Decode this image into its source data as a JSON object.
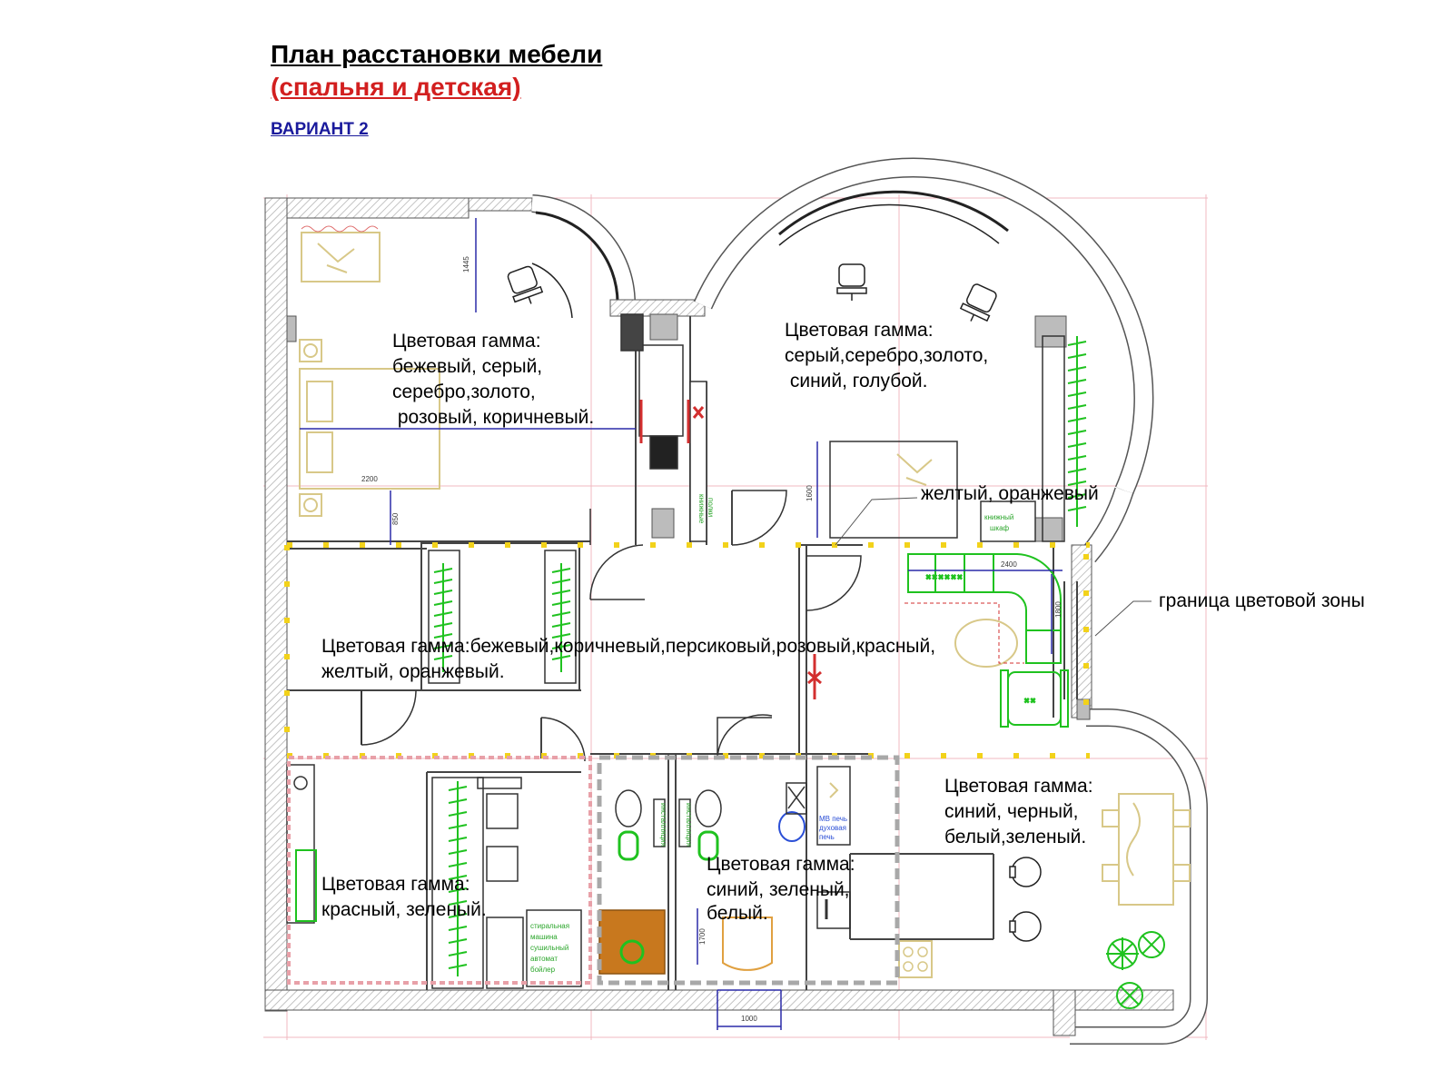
{
  "header": {
    "title": "План расстановки мебели",
    "subtitle": "(спальня и детская)",
    "variant": "ВАРИАНТ 2"
  },
  "zones": {
    "bedroom1": [
      "Цветовая гамма:",
      "бежевый, серый,",
      "серебро,золото,",
      " розовый, коричневый."
    ],
    "bedroom2": [
      "Цветовая гамма:",
      "серый,серебро,золото,",
      " синий, голубой."
    ],
    "bedroom2_extra": "желтый, оранжевый",
    "hall": [
      "Цветовая гамма:бежевый,коричневый,персиковый,розовый,красный,",
      "желтый, оранжевый."
    ],
    "laundry": [
      "Цветовая гамма:",
      "красный, зеленый."
    ],
    "bathroom": [
      "Цветовая гамма:",
      "синий, зеленый,",
      "белый."
    ],
    "kitchen": [
      "Цветовая гамма:",
      "синий, черный,",
      "белый,зеленый."
    ]
  },
  "callout": "граница цветовой зоны",
  "dimensions": {
    "d1445": "1445",
    "d2200": "2200",
    "d850": "850",
    "d1600": "1600",
    "d2400": "2400",
    "d1800": "1800",
    "d1700": "1700",
    "d1000": "1000"
  },
  "labels": {
    "shelves": [
      "книжные",
      "полки"
    ],
    "bookcase": [
      "книжный",
      "шкаф"
    ],
    "washer": [
      "стиральная",
      "машина",
      "сушильный",
      "автомат",
      "бойлер"
    ],
    "ovens": [
      "МВ печь",
      "духовая",
      "печь"
    ],
    "install1": "инсталляция",
    "install2": "инсталляция"
  },
  "colors": {
    "wall": "#9a9a9a",
    "zone_border": "#f2d21a",
    "pink_border": "#e8a0a8",
    "gray_border": "#a8a8a8",
    "furniture_green": "#1fc21f",
    "furniture_beige": "#d8c888",
    "dimension_blue": "#2a2aa8",
    "grid": "#f0b8c0"
  }
}
